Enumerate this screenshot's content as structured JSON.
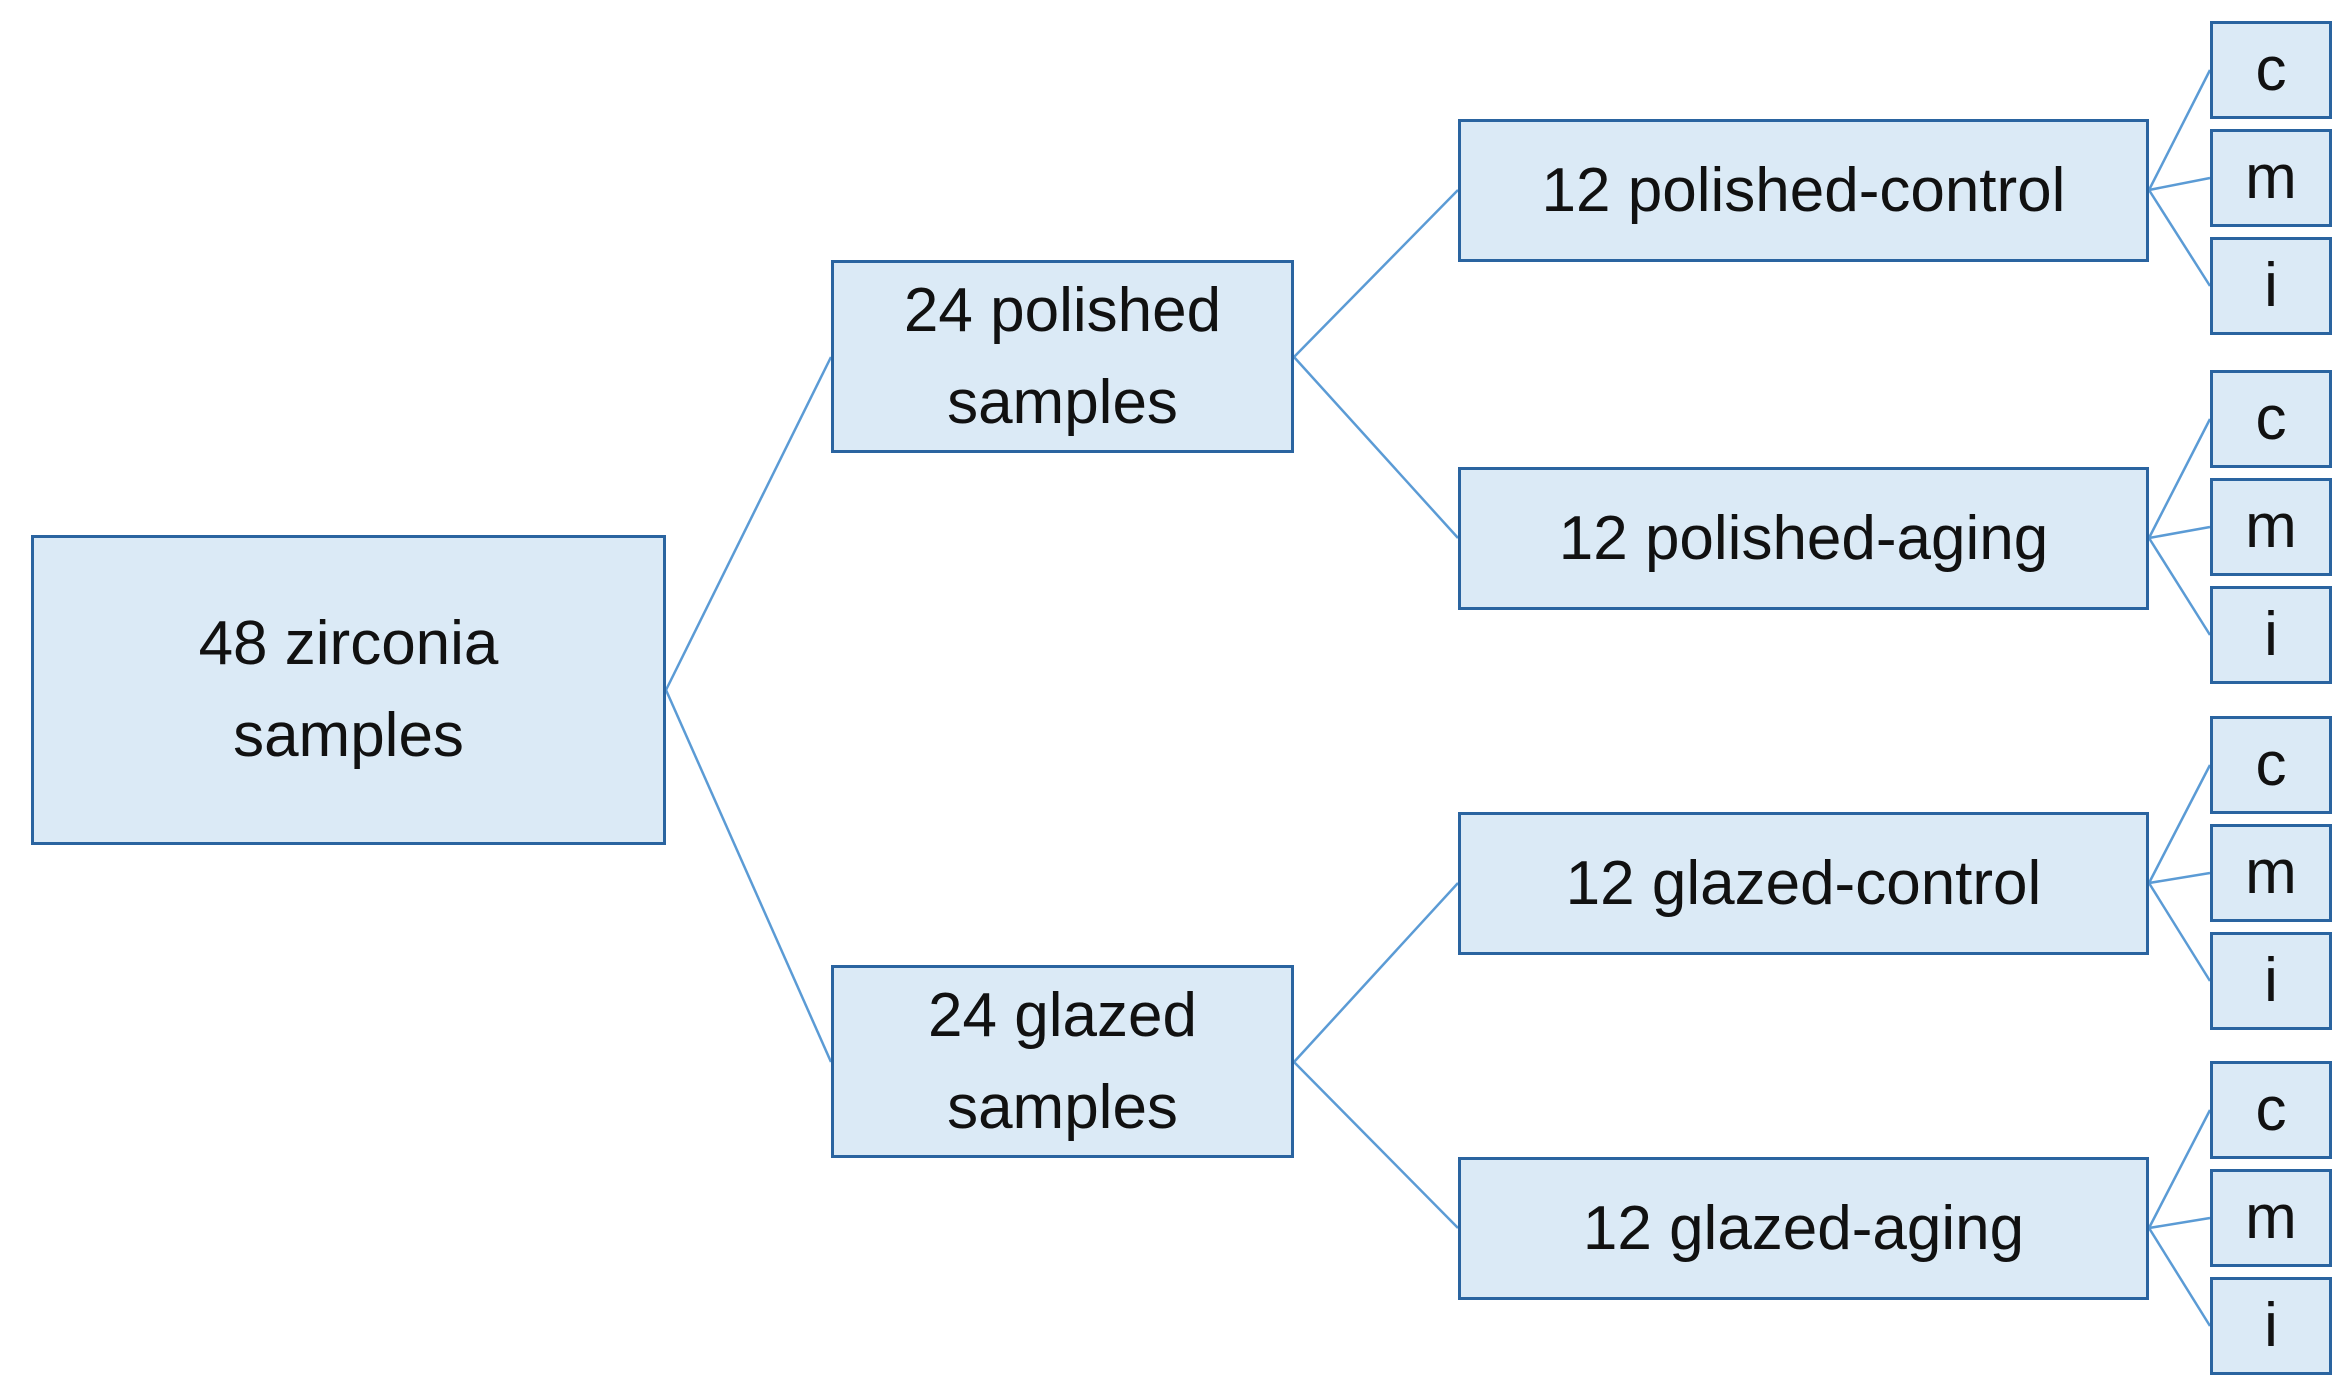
{
  "diagram": {
    "root": {
      "label": "48 zirconia samples"
    },
    "groups": [
      {
        "label": "24 polished samples",
        "subgroups": [
          {
            "label": "12 polished-control",
            "leaves": [
              "c",
              "m",
              "i"
            ]
          },
          {
            "label": "12 polished-aging",
            "leaves": [
              "c",
              "m",
              "i"
            ]
          }
        ]
      },
      {
        "label": "24 glazed samples",
        "subgroups": [
          {
            "label": "12 glazed-control",
            "leaves": [
              "c",
              "m",
              "i"
            ]
          },
          {
            "label": "12 glazed-aging",
            "leaves": [
              "c",
              "m",
              "i"
            ]
          }
        ]
      }
    ]
  },
  "colors": {
    "box_fill": "#dbeaf6",
    "box_border": "#2a64a0",
    "connector": "#5b9bd5",
    "text": "#111111"
  }
}
